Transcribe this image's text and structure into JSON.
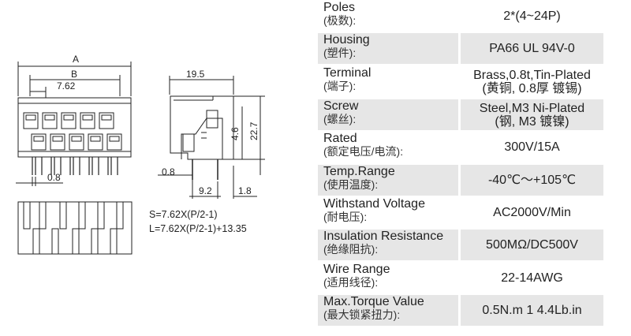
{
  "drawing": {
    "dims": {
      "a": "A",
      "b": "B",
      "pitch": "7.62",
      "pin_width_front": "0.8",
      "depth": "19.5",
      "height_upper": "4.6",
      "height_total": "22.7",
      "pin_width_side": "0.8",
      "pin_offset": "9.2",
      "tail_gap": "1.8"
    },
    "formulas": {
      "s": "S=7.62X(P/2-1)",
      "l": "L=7.62X(P/2-1)+13.35"
    }
  },
  "specs": [
    {
      "label_en": "Poles",
      "label_cn": "(极数):",
      "value": "2*(4~24P)",
      "shaded": false
    },
    {
      "label_en": "Housing",
      "label_cn": "(塑件):",
      "value": "PA66 UL 94V-0",
      "shaded": true
    },
    {
      "label_en": "Terminal",
      "label_cn": "(端子):",
      "value": "Brass,0.8t,Tin-Plated\n(黄铜, 0.8厚 镀锡)",
      "shaded": false
    },
    {
      "label_en": "Screw",
      "label_cn": "(螺丝):",
      "value": "Steel,M3 Ni-Plated\n(钢, M3 镀镍)",
      "shaded": true
    },
    {
      "label_en": "Rated",
      "label_cn": "(额定电压/电流):",
      "value": "300V/15A",
      "shaded": false
    },
    {
      "label_en": "Temp.Range",
      "label_cn": "(使用温度):",
      "value": "-40℃～+105℃",
      "shaded": true
    },
    {
      "label_en": "Withstand Voltage",
      "label_cn": "(耐电压):",
      "value": "AC2000V/Min",
      "shaded": false
    },
    {
      "label_en": "Insulation Resistance",
      "label_cn": "(绝缘阻抗):",
      "value": "500MΩ/DC500V",
      "shaded": true
    },
    {
      "label_en": "Wire Range",
      "label_cn": "(适用线径):",
      "value": "22-14AWG",
      "shaded": false
    },
    {
      "label_en": "Max.Torque Value",
      "label_cn": "(最大锁紧扭力):",
      "value": "0.5N.m 1 4.4Lb.in",
      "shaded": true
    }
  ]
}
